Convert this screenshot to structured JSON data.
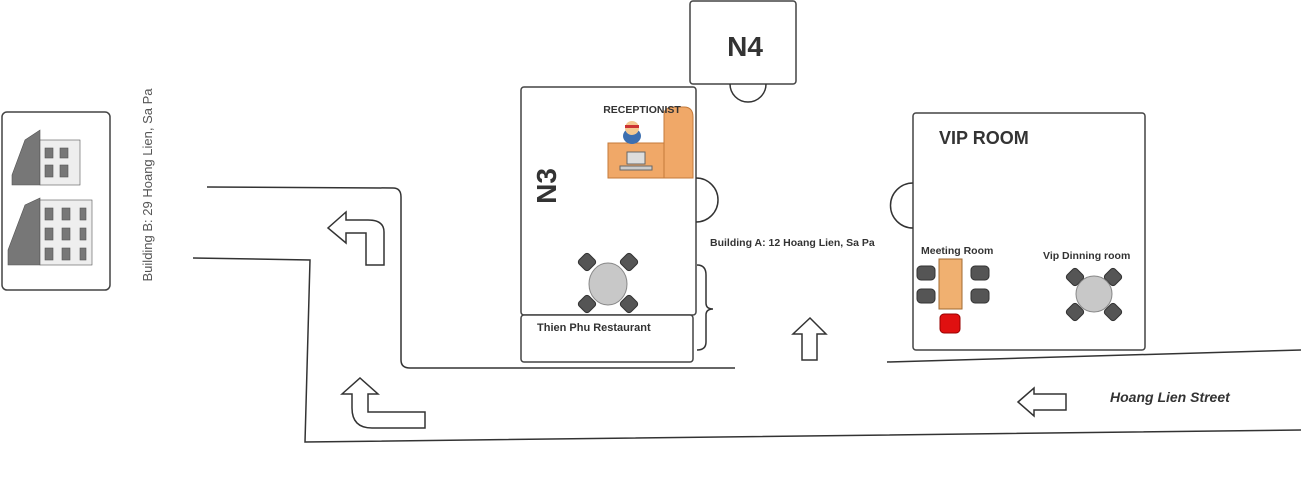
{
  "labels": {
    "n4": "N4",
    "n3": "N3",
    "receptionist": "RECEPTIONIST",
    "restaurant": "Thien Phu Restaurant",
    "building_a": "Building A: 12 Hoang Lien, Sa Pa",
    "building_b": "Building B: 29 Hoang Lien, Sa Pa",
    "vip_room": "VIP ROOM",
    "meeting_room": "Meeting Room",
    "vip_dining": "Vip Dinning room",
    "street": "Hoang Lien Street"
  },
  "colors": {
    "desk": "#f0a868",
    "table": "#c8c8c8",
    "chair": "#555555",
    "red_chair": "#e01010"
  }
}
